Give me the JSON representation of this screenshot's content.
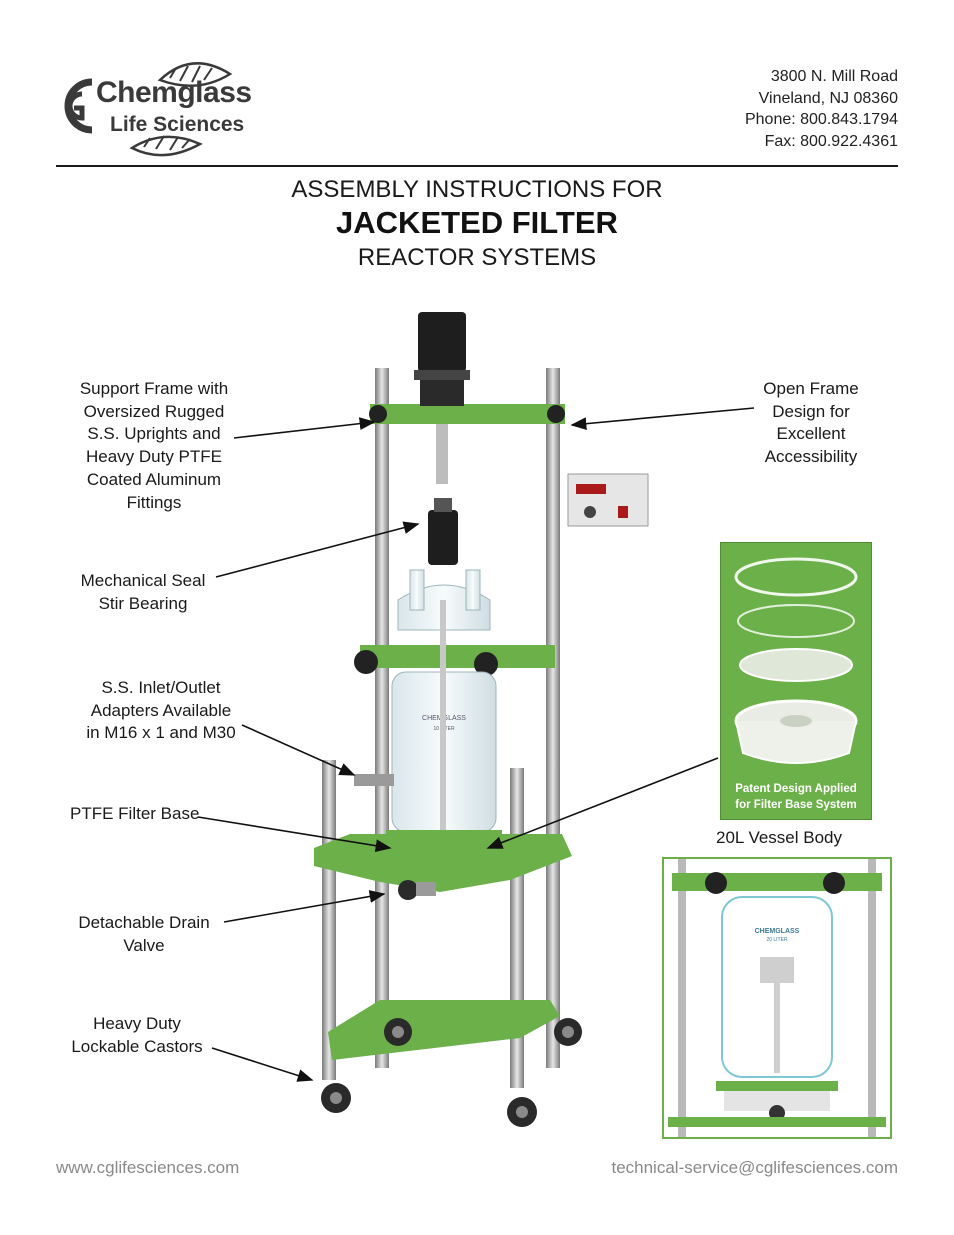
{
  "header": {
    "logo": {
      "line1": "Chemglass",
      "line2": "Life Sciences"
    },
    "address": [
      "3800 N. Mill Road",
      "Vineland, NJ 08360",
      "Phone: 800.843.1794",
      "Fax: 800.922.4361"
    ]
  },
  "title": {
    "line1": "ASSEMBLY INSTRUCTIONS FOR",
    "line2": "JACKETED FILTER",
    "line3": "REACTOR SYSTEMS"
  },
  "callouts": {
    "support_frame": [
      "Support Frame with",
      "Oversized Rugged",
      "S.S. Uprights and",
      "Heavy Duty PTFE",
      "Coated Aluminum",
      "Fittings"
    ],
    "open_frame": [
      "Open Frame",
      "Design for",
      "Excellent",
      "Accessibility"
    ],
    "mechanical_seal": [
      "Mechanical Seal",
      "Stir Bearing"
    ],
    "inlet_outlet": [
      "S.S. Inlet/Outlet",
      "Adapters Available",
      "in M16 x 1 and M30"
    ],
    "filter_base": [
      "PTFE Filter Base"
    ],
    "drain_valve": [
      "Detachable Drain",
      "Valve"
    ],
    "castors": [
      "Heavy Duty",
      "Lockable Castors"
    ]
  },
  "filter_panel": {
    "caption_line1": "Patent Design Applied",
    "caption_line2": "for Filter Base System"
  },
  "vessel": {
    "label": "20L Vessel Body"
  },
  "product_marks": {
    "reactor_brand": "CHEMGLASS",
    "reactor_volume": "10 LITER",
    "vessel_brand": "CHEMGLASS",
    "vessel_volume": "20 LITER"
  },
  "footer": {
    "website": "www.cglifesciences.com",
    "email": "technical-service@cglifesciences.com"
  },
  "colors": {
    "frame_green": "#6cb04a",
    "panel_green": "#6cb04a",
    "text_dark": "#1a1a1a",
    "footer_gray": "#8a8a8a"
  }
}
